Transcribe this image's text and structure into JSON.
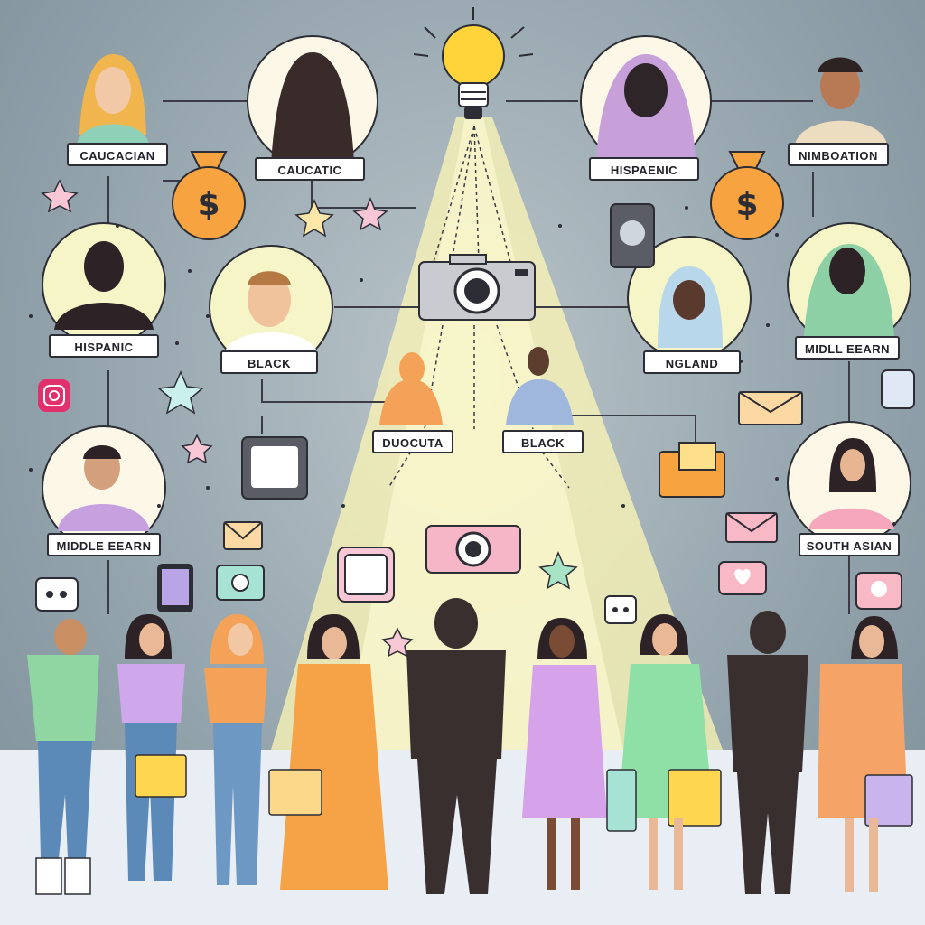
{
  "colors": {
    "background": "#93a3ac",
    "floor": "#e9eef4",
    "spotlight": "#fff9b8",
    "bulb": "#ffd43b",
    "money_bag": "#f7a440",
    "label_border": "#2d2d35"
  },
  "icons": [
    "lightbulb-icon",
    "money-bag-icon",
    "camera-icon",
    "mail-icon",
    "chat-bubble-icon",
    "heart-icon",
    "star-icon",
    "shopping-bag-icon",
    "instagram-icon",
    "phone-icon"
  ],
  "labels": {
    "top_left": "CAUCACIAN",
    "top_center_left": "CAUCATIC",
    "top_center_right": "HISPAENIC",
    "top_right": "NIMBOATION",
    "mid_left_1": "HISPANIC",
    "mid_left_2": "BLACK",
    "mid_right_1": "NGLAND",
    "mid_right_2": "MIDLL EEARN",
    "center_left": "DUOCUTA",
    "center_right": "BLACK",
    "lower_left": "MIDDLE EEARN",
    "lower_right": "SOUTH ASIAN"
  }
}
